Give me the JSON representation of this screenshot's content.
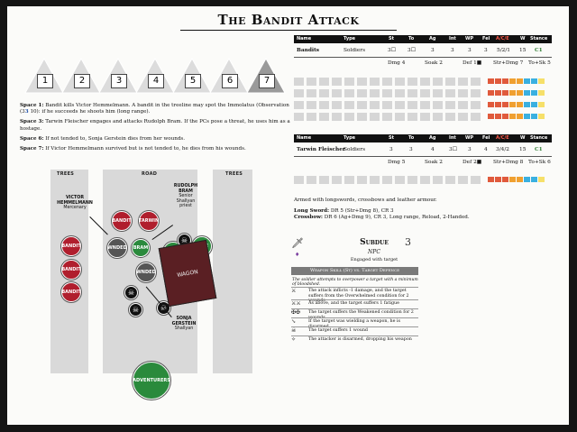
{
  "title": "The Bandit Attack",
  "spaces": [
    "1",
    "2",
    "3",
    "4",
    "5",
    "6",
    "7"
  ],
  "notes": [
    {
      "label": "Space 1:",
      "text": "Bandit kills Victor Hemmelmann. A bandit in the treeline may spot the Immolatus (Observation (3",
      "pool": "3",
      "tail": "10): if he succeeds he shoots him (long range)."
    },
    {
      "label": "Space 3:",
      "text": "Tarwin Fleischer engages and attacks Rudolph Bram. If the PCs pose a threat, he uses him as a hostage."
    },
    {
      "label": "Space 6:",
      "text": "If not tended to, Sonja Gerstein dies from her wounds."
    },
    {
      "label": "Space 7:",
      "text": "If Victor Hemmelmann survived but is not tended to, he dies from his wounds."
    }
  ],
  "map": {
    "labels": {
      "trees_left": "TREES",
      "road": "ROAD",
      "trees_right": "TREES"
    },
    "tokens": {
      "bandit": "BANDIT",
      "tarwin": "TARWIN",
      "wnded": "WNDED",
      "bram": "BRAM",
      "pedlar": "PEDLAR",
      "wife": "WIFE",
      "wagon": "WAGON",
      "adventurers": "ADVENTURERS",
      "skull": "☠"
    },
    "callouts": {
      "victor_name": "VICTOR\nHEMMELMANN",
      "victor_role": "Mercenary",
      "rudolph_name": "RUDOLPH\nBRAM",
      "rudolph_role": "Senior\nShallyan\npriest",
      "sonja_name": "SONJA\nGERSTEIN",
      "sonja_role": "Shallyan"
    }
  },
  "stats": {
    "headers": [
      "Name",
      "Type",
      "St",
      "To",
      "Ag",
      "Int",
      "WP",
      "Fel",
      "A/C/E",
      "W",
      "Stance"
    ],
    "bandits": {
      "name": "Bandits",
      "type": "Soldiers",
      "st": "3☐",
      "to": "3☐",
      "ag": "3",
      "int": "3",
      "wp": "3",
      "fel": "3",
      "ace": "5/2/1",
      "w": "15",
      "stance": "C1",
      "dmg": "Dmg 4",
      "soak": "Soak 2",
      "def": "Def 1■",
      "str_dmg": "Str+Dmg 7",
      "to_sk": "To+Sk 5"
    },
    "tarwin": {
      "name": "Tarwin Fleischer",
      "type": "Soldiers",
      "st": "3",
      "to": "3",
      "ag": "4",
      "int": "3☐",
      "wp": "3",
      "fel": "4",
      "ace": "3/4/2",
      "w": "15",
      "stance": "C1",
      "dmg": "Dmg 5",
      "soak": "Soak 2",
      "def": "Def 2■",
      "str_dmg": "Str+Dmg 8",
      "to_sk": "To+Sk 6"
    }
  },
  "equipment": {
    "armed": "Armed with longswords, crossbows and leather armour.",
    "longsword_label": "Long Sword:",
    "longsword": "DR 5 (Str+Dmg 8), CR 3",
    "crossbow_label": "Crossbow:",
    "crossbow": "DR 6 (Ag+Dmg 9), CR 3, Long range, Reload, 2-Handed."
  },
  "subdue": {
    "title": "Subdue",
    "number": "3",
    "type": "NPC",
    "requirement": "Engaged with target",
    "bar": "Weapon Skill (St) vs. Target Defence",
    "desc": "The soldier attempts to overpower a target with a minimum of bloodshed.",
    "effects": [
      {
        "icon": "⚔",
        "text": "The attack inflicts -1 damage, and the target suffers from the Overwhelmed condition for 2 wounds"
      },
      {
        "icon": "⚔⚔",
        "text": "As above, and the target suffers 1 fatigue"
      },
      {
        "icon": "✠✠",
        "text": "The target suffers the Weakened condition for 2 wounds"
      },
      {
        "icon": "↘",
        "text": "If the target was wielding a weapon, he is disarmed"
      },
      {
        "icon": "☠",
        "text": "The target suffers 1 wound"
      },
      {
        "icon": "✧",
        "text": "The attacker is disarmed, dropping his weapon"
      }
    ]
  },
  "colors": {
    "ace_a": "#c0392b",
    "ace_c": "#e67e22",
    "ace_e": "#2e7d32",
    "health_red": "#e05a3c",
    "health_orange": "#f0a030",
    "health_blue": "#3ab0e0",
    "health_yellow": "#f6e06a"
  }
}
